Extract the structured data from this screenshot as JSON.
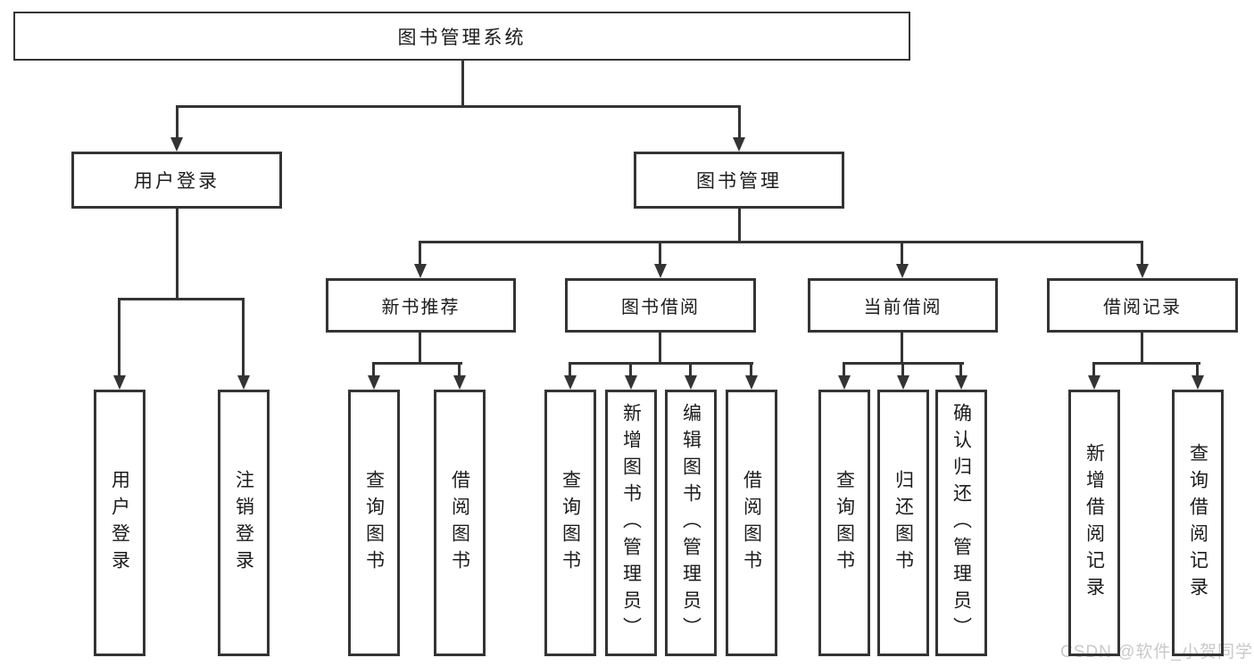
{
  "diagram": {
    "root": {
      "label": "图书管理系统"
    },
    "login": {
      "label": "用户登录",
      "children": [
        {
          "label": "用户登录"
        },
        {
          "label": "注销登录"
        }
      ]
    },
    "management": {
      "label": "图书管理",
      "sections": [
        {
          "label": "新书推荐",
          "children": [
            {
              "label": "查询图书"
            },
            {
              "label": "借阅图书"
            }
          ]
        },
        {
          "label": "图书借阅",
          "children": [
            {
              "label": "查询图书"
            },
            {
              "label": "新增图书（管理员）"
            },
            {
              "label": "编辑图书（管理员）"
            },
            {
              "label": "借阅图书"
            }
          ]
        },
        {
          "label": "当前借阅",
          "children": [
            {
              "label": "查询图书"
            },
            {
              "label": "归还图书"
            },
            {
              "label": "确认归还（管理员）"
            }
          ]
        },
        {
          "label": "借阅记录",
          "children": [
            {
              "label": "新增借阅记录"
            },
            {
              "label": "查询借阅记录"
            }
          ]
        }
      ]
    }
  },
  "watermark": {
    "text": "CSDN @软件_小贺同学",
    "color": "#c9c9c9"
  },
  "colors": {
    "line": "#343434",
    "text": "#1c1c1c",
    "background": "#ffffff"
  }
}
